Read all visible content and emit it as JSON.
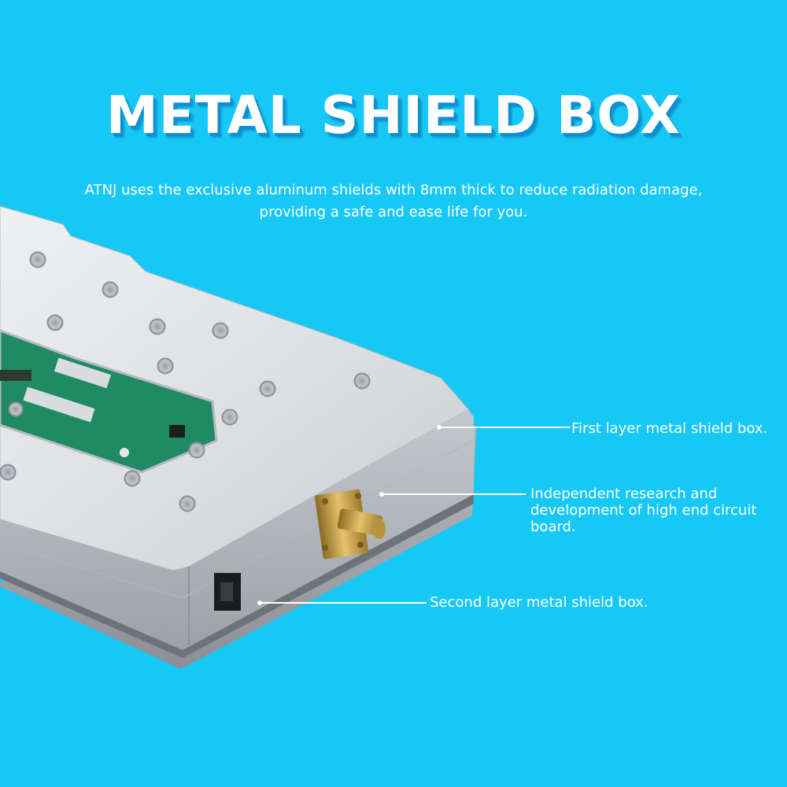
{
  "header": {
    "title": "METAL SHIELD BOX",
    "subtitle_line1": "ATNJ uses the exclusive aluminum shields with 8mm thick to reduce radiation damage,",
    "subtitle_line2": "providing a safe and ease life for you."
  },
  "callouts": {
    "first_layer": "First layer metal shield box.",
    "pcb_line1": "Independent research and",
    "pcb_line2": "development of high end circuit",
    "pcb_line3": "board.",
    "second_layer": "Second layer metal shield box."
  },
  "colors": {
    "background": "#17c8f5",
    "title_shadow": "#0f8fd3",
    "metal": "#d7d9dc",
    "pcb": "#1f8a64",
    "connector": "#c9a34a"
  }
}
